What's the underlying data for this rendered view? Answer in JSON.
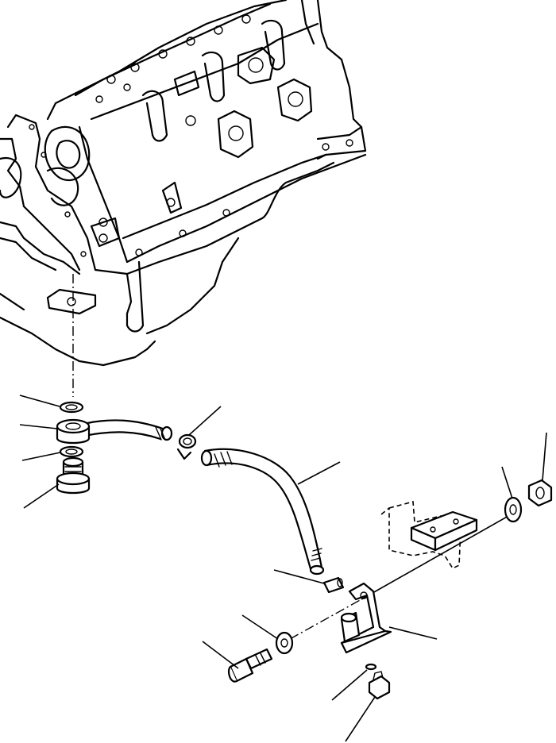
{
  "diagram": {
    "kind": "exploded-parts-view",
    "leader_count": 12,
    "components": [
      "engine-block",
      "oil-pan",
      "oil-gauge-guide-tube",
      "hose",
      "hose-clamps",
      "gasket",
      "joint",
      "washers",
      "connector-bolt",
      "tube-bracket",
      "bolt",
      "nut"
    ]
  }
}
